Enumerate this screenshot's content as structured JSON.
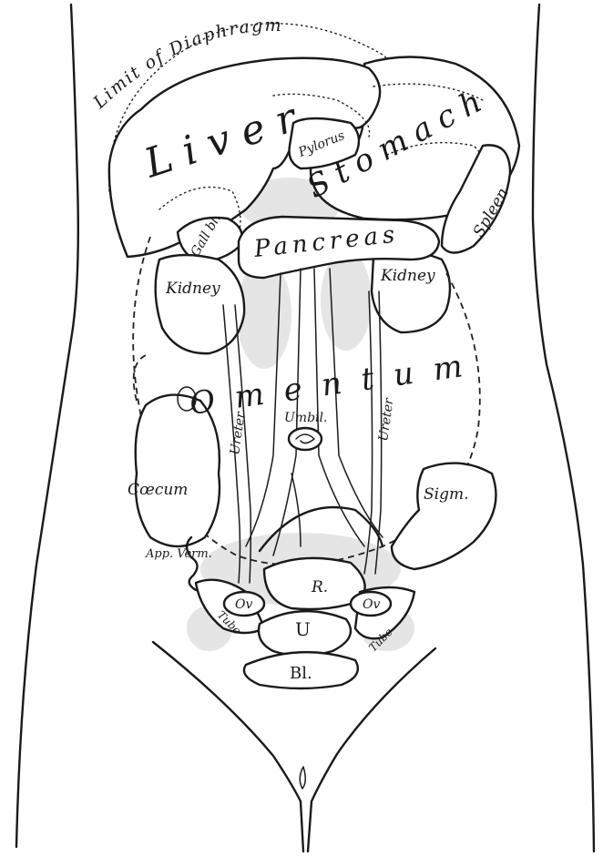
{
  "figure": {
    "labels": {
      "diaphragm_limit": "Limit of Diaphragm",
      "liver": "Liver",
      "pylorus": "Pylorus",
      "stomach": "Stomach",
      "gall_bladder": "Gall bl.",
      "pancreas": "Pancreas",
      "spleen": "Spleen",
      "kidney_left": "Kidney",
      "kidney_right": "Kidney",
      "omentum": "Omentum",
      "ureter_left": "Ureter",
      "ureter_right": "Ureter",
      "umbilicus": "Umbil.",
      "caecum": "Cœcum",
      "sigmoid": "Sigm.",
      "appendix": "App. Verm.",
      "rectum": "R.",
      "ovary_left": "Ov",
      "ovary_right": "Ov",
      "tube_left": "Tube",
      "tube_right": "Tube",
      "uterus": "U",
      "bladder": "Bl."
    }
  }
}
